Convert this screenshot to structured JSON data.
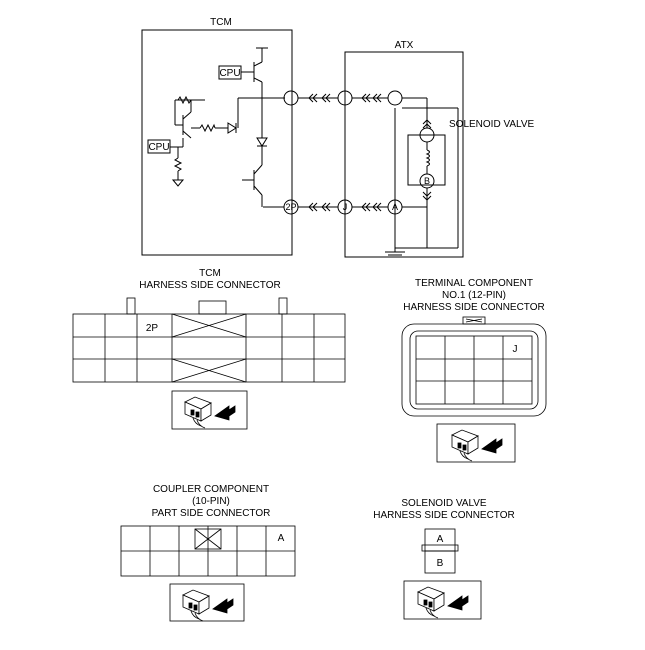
{
  "circuit": {
    "tcm_label": "TCM",
    "atx_label": "ATX",
    "cpu_top": "CPU",
    "cpu_left": "CPU",
    "solenoid_label": "SOLENOID VALVE",
    "pin_2p": "2P",
    "pin_j": "J",
    "pin_a": "A",
    "pin_b": "B"
  },
  "tcm_connector": {
    "title_line1": "TCM",
    "title_line2": "HARNESS SIDE CONNECTOR",
    "pin_label": "2P"
  },
  "terminal_connector": {
    "title_line1": "TERMINAL COMPONENT",
    "title_line2": "NO.1 (12-PIN)",
    "title_line3": "HARNESS SIDE CONNECTOR",
    "pin_label": "J"
  },
  "coupler_connector": {
    "title_line1": "COUPLER COMPONENT",
    "title_line2": "(10-PIN)",
    "title_line3": "PART SIDE CONNECTOR",
    "pin_label": "A"
  },
  "solenoid_connector": {
    "title_line1": "SOLENOID VALVE",
    "title_line2": "HARNESS SIDE CONNECTOR",
    "pin_top": "A",
    "pin_bottom": "B"
  },
  "icons": [
    "connector-view-icon",
    "ground-icon",
    "transistor-icon",
    "diode-icon",
    "resistor-icon",
    "coil-icon"
  ]
}
